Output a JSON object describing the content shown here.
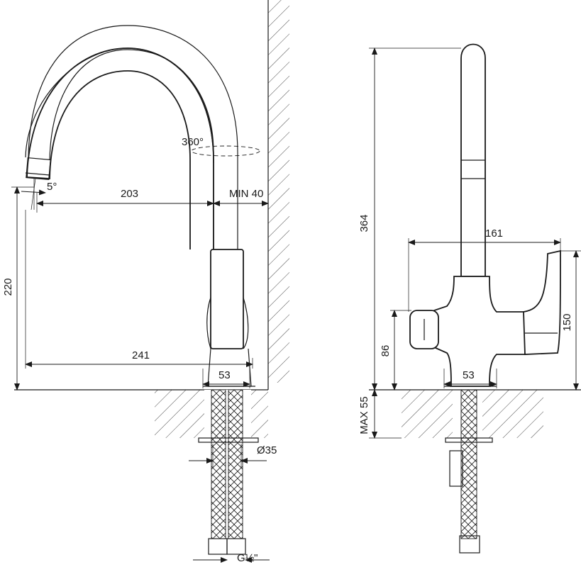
{
  "side_view": {
    "dim_reach_spout": "203",
    "dim_min_wall": "MIN 40",
    "dim_height_spout": "220",
    "dim_reach_base": "241",
    "dim_base_width": "53",
    "dim_hole": "Ø35",
    "dim_thread": "G½\"",
    "rotation": "360°",
    "angle": "5°"
  },
  "front_view": {
    "dim_total_height": "364",
    "dim_handles_width": "161",
    "dim_height_handle": "150",
    "dim_height_knob": "86",
    "dim_base_width": "53",
    "dim_max_counter": "MAX 55"
  }
}
